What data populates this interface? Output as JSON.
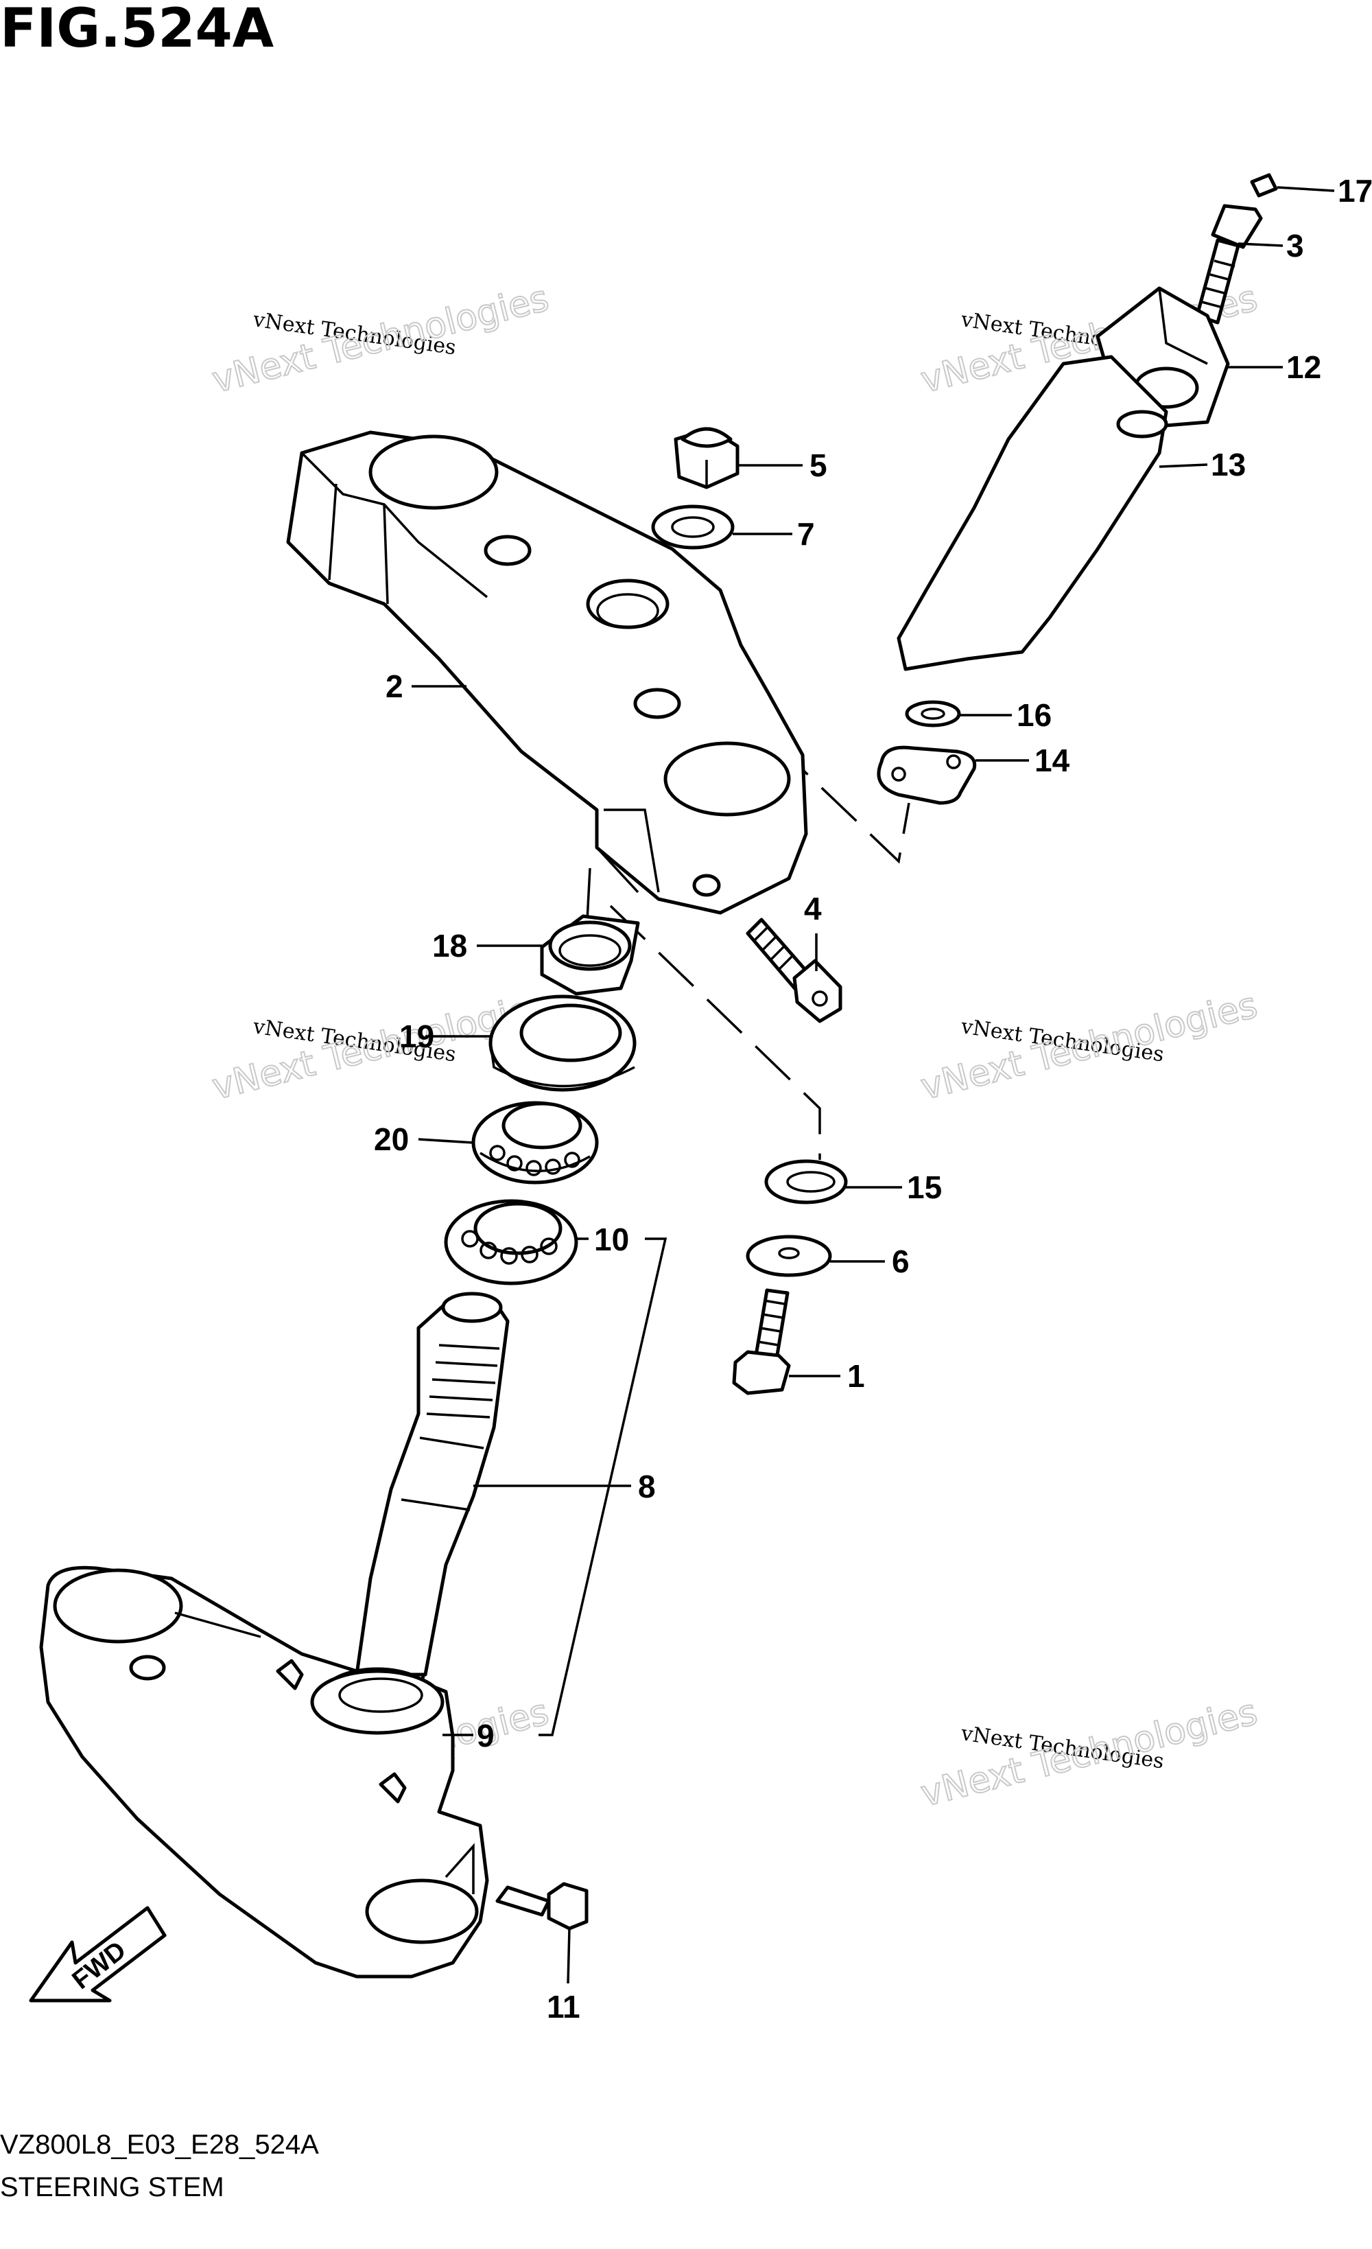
{
  "figure": {
    "title": "FIG.524A",
    "model_code": "VZ800L8_E03_E28_524A",
    "subtitle": "STEERING STEM",
    "fwd_label": "FWD"
  },
  "watermark": {
    "line1": "vNext Technologies",
    "line2": "vNext Technologies"
  },
  "callouts": [
    {
      "id": "1",
      "label": "1"
    },
    {
      "id": "2",
      "label": "2"
    },
    {
      "id": "3",
      "label": "3"
    },
    {
      "id": "4",
      "label": "4"
    },
    {
      "id": "5",
      "label": "5"
    },
    {
      "id": "6",
      "label": "6"
    },
    {
      "id": "7",
      "label": "7"
    },
    {
      "id": "8",
      "label": "8"
    },
    {
      "id": "9",
      "label": "9"
    },
    {
      "id": "10",
      "label": "10"
    },
    {
      "id": "11",
      "label": "11"
    },
    {
      "id": "12",
      "label": "12"
    },
    {
      "id": "13",
      "label": "13"
    },
    {
      "id": "14",
      "label": "14"
    },
    {
      "id": "15",
      "label": "15"
    },
    {
      "id": "16",
      "label": "16"
    },
    {
      "id": "17",
      "label": "17"
    },
    {
      "id": "18",
      "label": "18"
    },
    {
      "id": "19",
      "label": "19"
    },
    {
      "id": "20",
      "label": "20"
    }
  ]
}
